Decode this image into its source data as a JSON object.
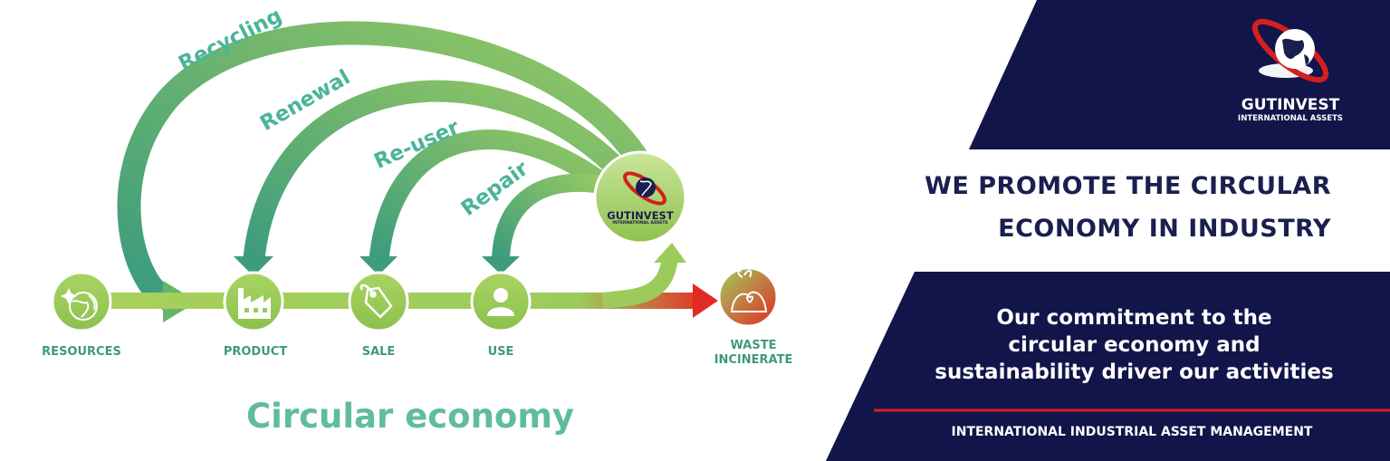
{
  "brand": {
    "name": "GUTINVEST",
    "subtitle": "INTERNATIONAL ASSETS"
  },
  "headline": {
    "line1": "WE PROMOTE THE CIRCULAR",
    "line2": "ECONOMY IN INDUSTRY"
  },
  "commitment": {
    "line1": "Our  commitment  to  the",
    "line2": "circular economy and",
    "line3": "sustainability driver our activities"
  },
  "footer": {
    "text": "INTERNATIONAL INDUSTRIAL ASSET MANAGEMENT"
  },
  "diagram": {
    "title": "Circular economy",
    "loops": [
      {
        "label": "Recycling"
      },
      {
        "label": "Renewal"
      },
      {
        "label": "Re-user"
      },
      {
        "label": "Repair"
      }
    ],
    "stages": [
      {
        "label": "RESOURCES",
        "icon": "globe-sparkle-icon"
      },
      {
        "label": "PRODUCT",
        "icon": "factory-icon"
      },
      {
        "label": "SALE",
        "icon": "price-tag-icon"
      },
      {
        "label": "USE",
        "icon": "user-icon"
      }
    ],
    "end_stage": {
      "line1": "WASTE",
      "line2": "INCINERATE",
      "icon": "waste-pile-icon"
    },
    "hub": {
      "name": "GUTINVEST",
      "subtitle": "INTERNATIONAL ASSETS",
      "icon": "globe-logo-icon"
    }
  },
  "colors": {
    "navy": "#12154a",
    "green_light": "#9fcd5e",
    "green_dark": "#3c9c7c",
    "accent_red": "#d51f1f",
    "headline_navy": "#1a1f4f"
  }
}
